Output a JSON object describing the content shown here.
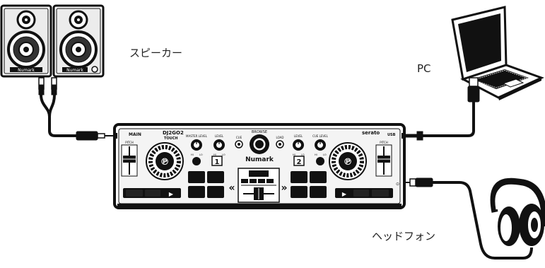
{
  "labels": {
    "speakers": "スピーカー",
    "pc": "PC",
    "headphones": "ヘッドフォン"
  },
  "controller": {
    "brand_left": "DJ2GO2",
    "brand_left_sub": "TOUCH",
    "brand_center": "Numark",
    "brand_right": "serato",
    "deck1_number": "1",
    "deck2_number": "2",
    "speaker_brand": "Numark",
    "port_left": "MAIN",
    "port_right": "USB",
    "knob_labels": [
      "MASTER LEVEL",
      "LEVEL",
      "BROWSE",
      "LEVEL",
      "CUE LEVEL"
    ],
    "knob_sub_left": "HI",
    "knob_sub_right": "LO",
    "fx_left": "CUE",
    "fx_right": "LOAD",
    "fader_left": "PITCH",
    "fader_right": "PITCH",
    "nudge_left": "«",
    "nudge_right": "»",
    "play_symbol": "▶"
  },
  "colors": {
    "ink": "#111111",
    "panel": "#1a1a1a",
    "pad": "#0d0d0d",
    "light": "#e8e8e8",
    "background": "#ffffff"
  }
}
